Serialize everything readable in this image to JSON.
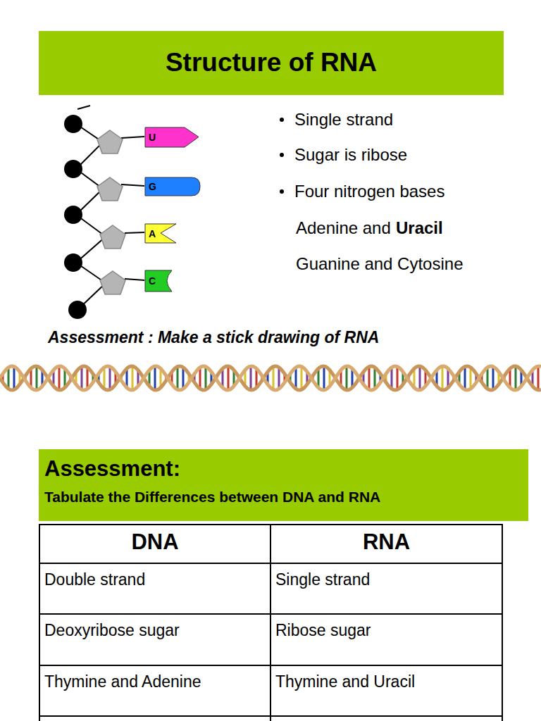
{
  "diagram": {
    "title": "Structure of RNA",
    "nodes": [
      {
        "text": [
          "U"
        ]
      },
      {
        "text": [
          "G"
        ]
      },
      {
        "text": [
          "A"
        ]
      },
      {
        "text": [
          "C"
        ]
      },
      {
        "text": [
          "Assessment:",
          "Tabulate the Differences between DNA and RNA"
        ]
      }
    ],
    "labels": [
      "Single strand",
      "Sugar is ribose",
      "Four nitrogen bases",
      "Adenine and",
      "Uracil",
      "Guanine and Cytosine",
      "Assessment : Make a stick drawing of RNA",
      "DNA",
      "RNA",
      "Double strand",
      "Single strand",
      "Deoxyribose sugar",
      "Ribose sugar",
      "Thymine and Adenine",
      "Thymine and Uracil"
    ]
  }
}
